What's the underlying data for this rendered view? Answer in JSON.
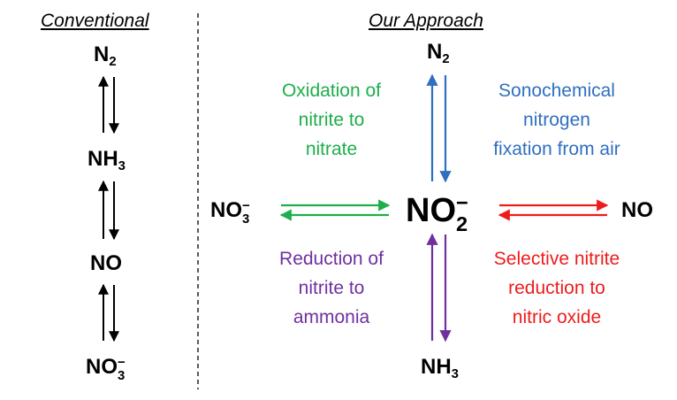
{
  "headings": {
    "conventional": "Conventional",
    "our_approach": "Our Approach"
  },
  "conventional": {
    "n2": {
      "base": "N",
      "sub": "2",
      "sup": ""
    },
    "nh3": {
      "base": "NH",
      "sub": "3",
      "sup": ""
    },
    "no": {
      "base": "NO",
      "sub": "",
      "sup": ""
    },
    "no3": {
      "base": "NO",
      "sub": "3",
      "sup": "−"
    }
  },
  "approach": {
    "center": {
      "base": "NO",
      "sub": "2",
      "sup": "−"
    },
    "top": {
      "base": "N",
      "sub": "2",
      "sup": ""
    },
    "bottom": {
      "base": "NH",
      "sub": "3",
      "sup": ""
    },
    "left": {
      "base": "NO",
      "sub": "3",
      "sup": "−"
    },
    "right": {
      "base": "NO",
      "sub": "",
      "sup": ""
    }
  },
  "labels": {
    "oxidation": {
      "line1": "Oxidation of",
      "line2": "nitrite to",
      "line3": "nitrate"
    },
    "sono": {
      "line1": "Sonochemical",
      "line2": "nitrogen",
      "line3": "fixation from air"
    },
    "reduction": {
      "line1": "Reduction of",
      "line2": "nitrite to",
      "line3": "ammonia"
    },
    "selective": {
      "line1": "Selective nitrite",
      "line2": "reduction to",
      "line3": "nitric oxide"
    }
  },
  "colors": {
    "black": "#000000",
    "green": "#1eae4b",
    "blue": "#2f6fc1",
    "purple": "#7030a0",
    "red": "#ee1c1c"
  }
}
